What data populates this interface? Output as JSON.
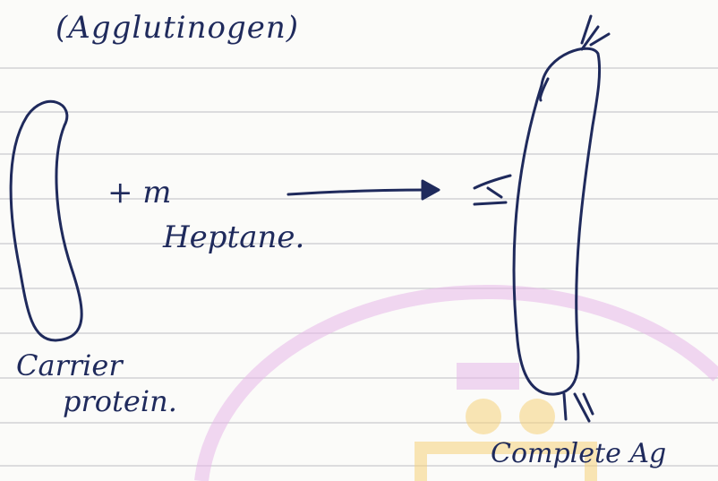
{
  "diagram": {
    "title": "(Agglutinogen)",
    "plus_reagent": "+ m",
    "reagent_name": "Heptane.",
    "left_label_line1": "Carrier",
    "left_label_line2": "protein.",
    "right_label": "Complete Ag"
  },
  "colors": {
    "ink": "#1f2a5c",
    "rule_lines": "#c9c9cf",
    "watermark": "#e7b8ea",
    "watermark_accent": "#f6d27a",
    "paper": "#fbfbf9"
  },
  "icons": [
    "arrow-right-icon",
    "watermark-logo-icon"
  ]
}
